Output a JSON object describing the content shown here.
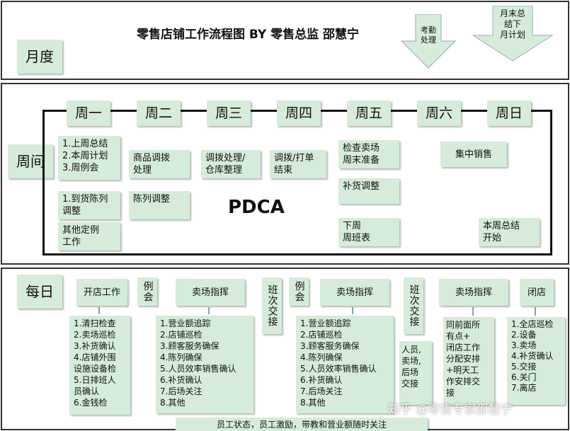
{
  "title": "零售店铺工作流程图  BY 零售总监 邵慧宁",
  "monthly": {
    "label": "月度",
    "arrow1": "考勤\n处理",
    "arrow2": "月末总\n结下\n月计划"
  },
  "weekly": {
    "label": "周间",
    "pdca": "PDCA",
    "days": [
      "周一",
      "周二",
      "周三",
      "周四",
      "周五",
      "周六",
      "周日"
    ],
    "mon_1": "1.上周总结\n2.本周计划\n3.周例会",
    "mon_2": "1.到货陈列\n调整",
    "mon_3": "其他定例\n工作",
    "tue_1": "商品调拨\n处理",
    "tue_2": "陈列调整",
    "wed_1": "调拨处理/\n仓库整理",
    "thu_1": "调拨/打单\n结束",
    "fri_1": "检查卖场\n周末准备",
    "fri_2": "补货调整",
    "fri_3": "下周\n周班表",
    "sat_1": "集中销售",
    "sun_1": "本周总结\n开始"
  },
  "daily": {
    "label": "每日",
    "open_store": "开店工作",
    "meeting1": "例会",
    "floor1": "卖场指挥",
    "shift1": "班次交接",
    "meeting2": "例会",
    "floor2": "卖场指挥",
    "shift2": "班次交接",
    "floor3": "卖场指挥",
    "close_store": "闭店",
    "open_list": "1.清扫检查\n2.卖场巡检\n3.补货确认\n4.店铺外围\n设施设备检\n5.日排班人\n员确认\n6.金钱检",
    "floor_list1": "1.营业额追踪\n2.店铺巡检\n3.顾客服务确保\n4.陈列确保\n5.人员效率销售确认\n6.补货确认\n7.后场关注\n8.其他",
    "floor_list2": "1.营业额追踪\n2.店铺巡检\n3.顾客服务确保\n4.陈列确保\n5.人员效率销售确认\n6.补货确认\n7.后场关注\n8.其他",
    "handover": "人员,\n卖场,\n后场\n交接",
    "floor3_detail": "同前面所\n有点+\n闭店工作\n分配安排\n+明天工\n作安排交\n接",
    "close_list": "1.全店巡检\n2.设备\n3.卖场\n4.补货确认\n5.交接\n6.关门\n7.离店",
    "footer": "员工状态，员工激励，带教和营业额随时关注"
  },
  "watermark": "知乎 @零售专家邵慧宁",
  "colors": {
    "box": "#d4ecd9",
    "border": "#333333"
  }
}
